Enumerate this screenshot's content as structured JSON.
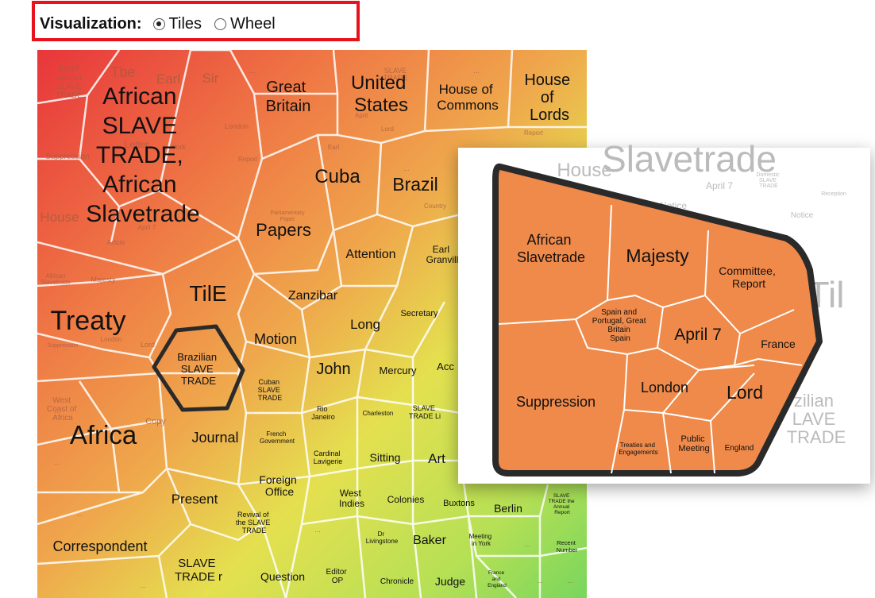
{
  "visualization": {
    "label": "Visualization:",
    "options": [
      "Tiles",
      "Wheel"
    ],
    "selected": "Tiles"
  },
  "tiles": [
    {
      "id": "african-slave-trade",
      "lines": [
        "African",
        "SLAVE",
        "TRADE,",
        "African",
        "Slavetrade"
      ]
    },
    {
      "id": "great-britain",
      "lines": [
        "Great",
        "Britain"
      ]
    },
    {
      "id": "united-states",
      "lines": [
        "United",
        "States"
      ]
    },
    {
      "id": "house-of-commons",
      "lines": [
        "House of",
        "Commons"
      ]
    },
    {
      "id": "house-of-lords",
      "lines": [
        "House",
        "of",
        "Lords"
      ]
    },
    {
      "id": "cuba",
      "lines": [
        "Cuba"
      ]
    },
    {
      "id": "brazil",
      "lines": [
        "Brazil"
      ]
    },
    {
      "id": "papers",
      "lines": [
        "Papers"
      ]
    },
    {
      "id": "attention",
      "lines": [
        "Attention"
      ]
    },
    {
      "id": "earl-granville",
      "lines": [
        "Earl",
        "Granvill"
      ]
    },
    {
      "id": "treaty",
      "lines": [
        "Treaty"
      ]
    },
    {
      "id": "tile",
      "lines": [
        "TilE"
      ]
    },
    {
      "id": "zanzibar",
      "lines": [
        "Zanzibar"
      ]
    },
    {
      "id": "long",
      "lines": [
        "Long"
      ]
    },
    {
      "id": "secretary",
      "lines": [
        "Secretary"
      ]
    },
    {
      "id": "motion",
      "lines": [
        "Motion"
      ]
    },
    {
      "id": "brazilian-slave-trade",
      "lines": [
        "Brazilian",
        "SLAVE",
        "TRADE"
      ]
    },
    {
      "id": "john",
      "lines": [
        "John"
      ]
    },
    {
      "id": "mercury",
      "lines": [
        "Mercury"
      ]
    },
    {
      "id": "acc",
      "lines": [
        "Acc"
      ]
    },
    {
      "id": "cuban-slave-trade",
      "lines": [
        "Cuban",
        "SLAVE",
        "TRADE"
      ]
    },
    {
      "id": "rio-janeiro",
      "lines": [
        "Rio",
        "Janeiro"
      ]
    },
    {
      "id": "charleston",
      "lines": [
        "Charleston"
      ]
    },
    {
      "id": "slave-trade-li",
      "lines": [
        "SLAVE",
        "TRADE Li"
      ]
    },
    {
      "id": "africa",
      "lines": [
        "Africa"
      ]
    },
    {
      "id": "west-coast-of-africa",
      "lines": [
        "West",
        "Coast of",
        "Africa"
      ]
    },
    {
      "id": "copy",
      "lines": [
        "Copy"
      ]
    },
    {
      "id": "journal",
      "lines": [
        "Journal"
      ]
    },
    {
      "id": "french-government",
      "lines": [
        "French",
        "Government"
      ]
    },
    {
      "id": "cardinal-lavigerie",
      "lines": [
        "Cardinal",
        "Lavigerie"
      ]
    },
    {
      "id": "sitting",
      "lines": [
        "Sitting"
      ]
    },
    {
      "id": "art",
      "lines": [
        "Art"
      ]
    },
    {
      "id": "foreign-office",
      "lines": [
        "Foreign",
        "Office"
      ]
    },
    {
      "id": "present",
      "lines": [
        "Present"
      ]
    },
    {
      "id": "west-indies",
      "lines": [
        "West",
        "Indies"
      ]
    },
    {
      "id": "colonies",
      "lines": [
        "Colonies"
      ]
    },
    {
      "id": "buxtons",
      "lines": [
        "Buxtons"
      ]
    },
    {
      "id": "berlin",
      "lines": [
        "Berlin"
      ]
    },
    {
      "id": "slave-trade-annual-report",
      "lines": [
        "SLAVE",
        "TRADE the",
        "Annual",
        "Report"
      ]
    },
    {
      "id": "revival",
      "lines": [
        "Revival of",
        "the SLAVE",
        "TRADE"
      ]
    },
    {
      "id": "dr-livingstone",
      "lines": [
        "Dr",
        "Livingstone"
      ]
    },
    {
      "id": "baker",
      "lines": [
        "Baker"
      ]
    },
    {
      "id": "meeting-in-york",
      "lines": [
        "Meeting",
        "in York"
      ]
    },
    {
      "id": "recent-number",
      "lines": [
        "Recent",
        "Number"
      ]
    },
    {
      "id": "correspondent",
      "lines": [
        "Correspondent"
      ]
    },
    {
      "id": "slave-trade-r",
      "lines": [
        "SLAVE",
        "TRADE r"
      ]
    },
    {
      "id": "question",
      "lines": [
        "Question"
      ]
    },
    {
      "id": "editor-op",
      "lines": [
        "Editor",
        "OP"
      ]
    },
    {
      "id": "chronicle",
      "lines": [
        "Chronicle"
      ]
    },
    {
      "id": "judge",
      "lines": [
        "Judge"
      ]
    },
    {
      "id": "france-and-england",
      "lines": [
        "France",
        "and",
        "England"
      ]
    }
  ],
  "background_words": [
    "EAST",
    "African",
    "SLAVE",
    "TRADE",
    "Tbe",
    "Earl",
    "Sir",
    "London",
    "Suppression",
    "Letter",
    "York",
    "Report",
    "House",
    "Article",
    "April 7",
    "Earl",
    "Parliamentary",
    "Paper",
    "African",
    "Slavetrade",
    "Majesty",
    "London",
    "Lord",
    "Suppression",
    "Country",
    "SLAVE",
    "TRADE",
    "April",
    "Lord",
    "Report",
    "..."
  ],
  "inset": {
    "background_words": {
      "title": "Slavetrade",
      "house": "House",
      "april": "April 7",
      "notice": "Notice",
      "tile_fragment": "Til",
      "brazilian": [
        "zilian",
        "LAVE",
        "TRADE"
      ],
      "small": [
        "Domestic",
        "SLAVE",
        "TRADE"
      ],
      "receipt": "Reception",
      "notice2": "Notice"
    },
    "cells": [
      {
        "id": "african-slavetrade",
        "lines": [
          "African",
          "Slavetrade"
        ]
      },
      {
        "id": "majesty",
        "lines": [
          "Majesty"
        ]
      },
      {
        "id": "committee-report",
        "lines": [
          "Committee,",
          "Report"
        ]
      },
      {
        "id": "spain-portugal",
        "lines": [
          "Spain and",
          "Portugal, Great",
          "Britain",
          "Spain"
        ]
      },
      {
        "id": "april-7",
        "lines": [
          "April 7"
        ]
      },
      {
        "id": "france",
        "lines": [
          "France"
        ]
      },
      {
        "id": "suppression",
        "lines": [
          "Suppression"
        ]
      },
      {
        "id": "london",
        "lines": [
          "London"
        ]
      },
      {
        "id": "lord",
        "lines": [
          "Lord"
        ]
      },
      {
        "id": "treaties",
        "lines": [
          "Treaties and",
          "Engagements"
        ]
      },
      {
        "id": "public-meeting",
        "lines": [
          "Public",
          "Meeting"
        ]
      },
      {
        "id": "england",
        "lines": [
          "England"
        ]
      }
    ]
  },
  "colors": {
    "red": "#e8383a",
    "orange": "#ee8a48",
    "yellow": "#e6e24f",
    "green": "#8fd95c",
    "inset_fill": "#ef8a4a",
    "outline": "#2a2a2a",
    "highlight_box": "#e8121e"
  }
}
